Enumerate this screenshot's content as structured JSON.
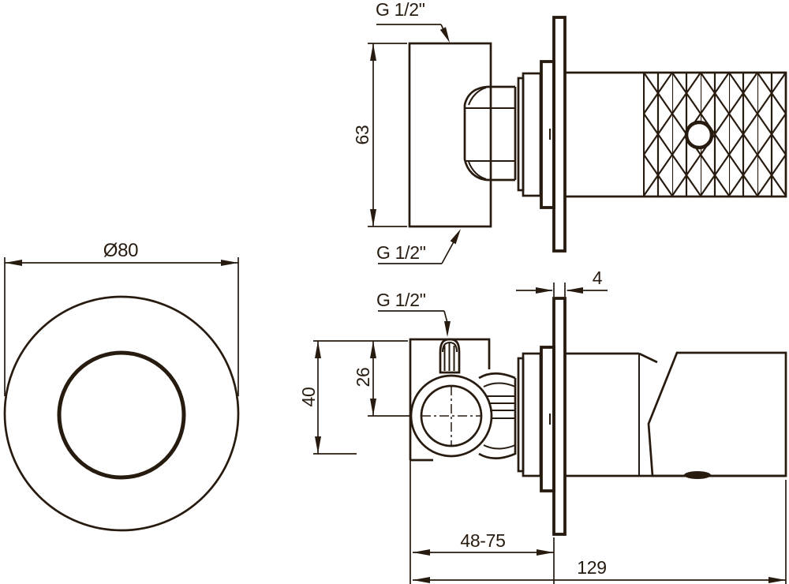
{
  "colors": {
    "line": "#271b10",
    "background": "#ffffff"
  },
  "front_view": {
    "plate_diameter": "Ø80"
  },
  "upper_side_view": {
    "top_connection": "G 1/2\"",
    "bottom_connection": "G 1/2\"",
    "body_height": "63"
  },
  "lower_side_view": {
    "top_connection": "G 1/2\"",
    "plate_thickness": "4",
    "body_depth": "40",
    "connection_offset": "26",
    "installation_depth_range": "48-75",
    "overall_depth": "129"
  }
}
